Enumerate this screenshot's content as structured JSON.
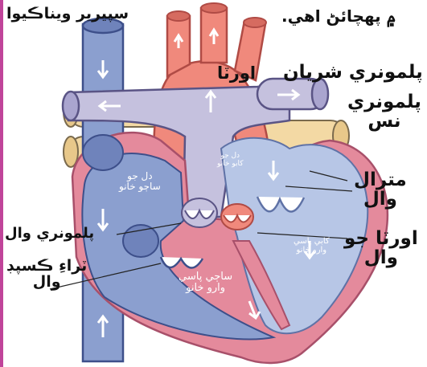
{
  "header": {
    "top_left": "سپيرير ويناڪيوا",
    "top_right": "۾ پهچائڻ اهي."
  },
  "labels": {
    "aorta": "اورٽا",
    "pulmonary_artery": "پلمونري شريان",
    "pulmonary_vein_line1": "پلمونري",
    "pulmonary_vein_line2": "نس",
    "mitral_valve_line1": "مترال",
    "mitral_valve_line2": "وال",
    "pulmonary_valve": "پلمونري وال",
    "aortic_valve_line1": "اورٽا جو",
    "aortic_valve_line2": "وال",
    "tricuspid_valve_line1": "ٽراءِ ڪسپڊ",
    "tricuspid_valve_line2": "وال"
  },
  "chambers": {
    "right_atrium_line1": "دل جو",
    "right_atrium_line2": "ساڄو خانو",
    "left_atrium_line1": "دل جو",
    "left_atrium_line2": "کابو خانو",
    "left_ventricle_line1": "کابي پاسي",
    "left_ventricle_line2": "وارو خانو",
    "right_ventricle_line1": "ساڄي پاسي",
    "right_ventricle_line2": "وارو خانو"
  },
  "colors": {
    "vein_blue": "#8b9fcf",
    "vein_dark": "#3d4f8a",
    "artery_red": "#f0897c",
    "artery_dark": "#b04b45",
    "pulmonary_purple": "#c5c1de",
    "heart_pink": "#e48a9c",
    "pulmonary_vein_tan": "#f3d9a4",
    "left_chamber_blue": "#b7c6e6",
    "frame_edge": "#c0449a"
  }
}
